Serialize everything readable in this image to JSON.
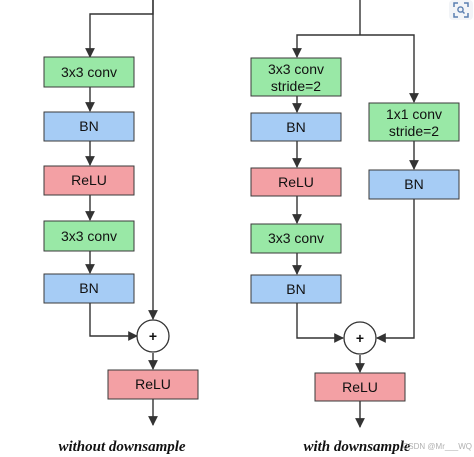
{
  "left_block": {
    "conv1": "3x3 conv",
    "bn1": "BN",
    "relu1": "ReLU",
    "conv2": "3x3 conv",
    "bn2": "BN",
    "add": "+",
    "relu_out": "ReLU",
    "caption": "without downsample"
  },
  "right_block": {
    "conv1_line1": "3x3 conv",
    "conv1_line2": "stride=2",
    "bn1": "BN",
    "relu1": "ReLU",
    "conv2": "3x3 conv",
    "bn2": "BN",
    "shortcut_conv_line1": "1x1 conv",
    "shortcut_conv_line2": "stride=2",
    "shortcut_bn": "BN",
    "add": "+",
    "relu_out": "ReLU",
    "caption": "with downsample"
  },
  "watermark": "CSDN @Mr___WQ",
  "colors": {
    "conv": "#99e8a6",
    "bn": "#a6ccf5",
    "relu": "#f3a0a4"
  },
  "icons": {
    "corner_button": "scan-icon"
  }
}
